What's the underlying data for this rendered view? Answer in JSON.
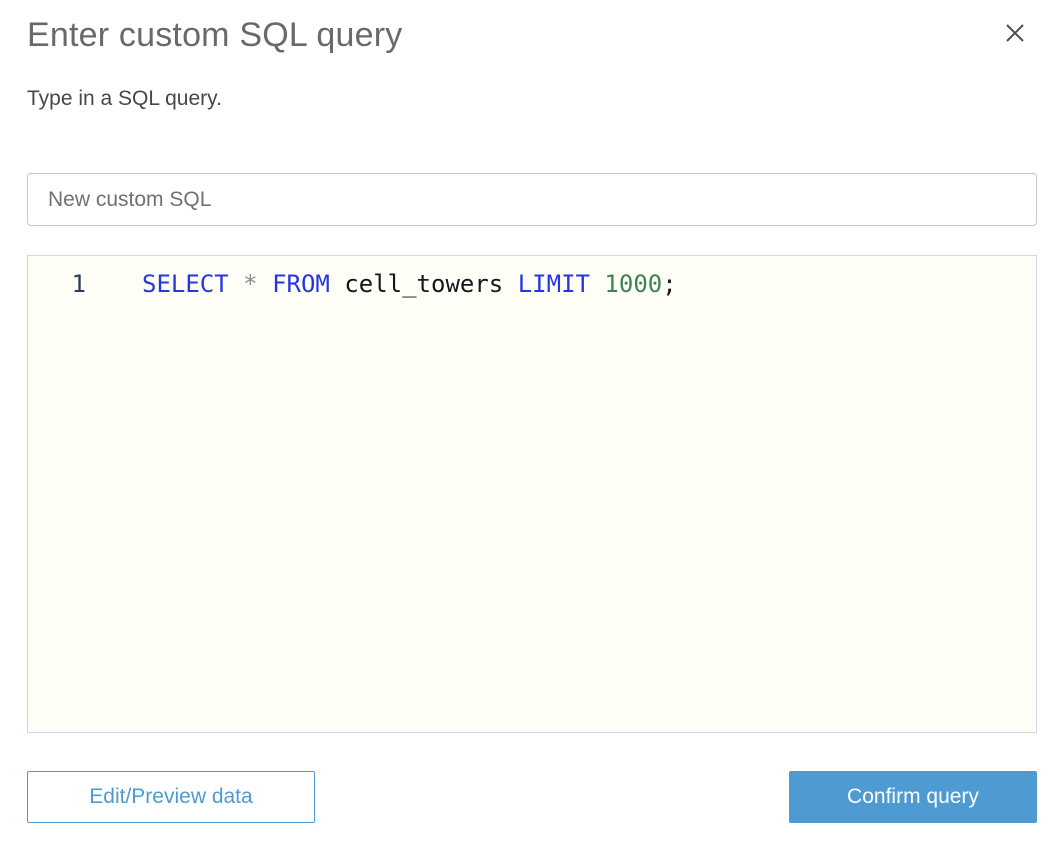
{
  "dialog": {
    "title": "Enter custom SQL query",
    "subtitle": "Type in a SQL query."
  },
  "name_input": {
    "value": "New custom SQL"
  },
  "editor": {
    "line_number": "1",
    "query": "SELECT * FROM cell_towers LIMIT 1000;",
    "tokens": [
      {
        "text": "SELECT",
        "type": "keyword"
      },
      {
        "text": " ",
        "type": "plain"
      },
      {
        "text": "*",
        "type": "operator"
      },
      {
        "text": " ",
        "type": "plain"
      },
      {
        "text": "FROM",
        "type": "keyword"
      },
      {
        "text": " ",
        "type": "plain"
      },
      {
        "text": "cell_towers",
        "type": "identifier"
      },
      {
        "text": " ",
        "type": "plain"
      },
      {
        "text": "LIMIT",
        "type": "keyword"
      },
      {
        "text": " ",
        "type": "plain"
      },
      {
        "text": "1000",
        "type": "number"
      },
      {
        "text": ";",
        "type": "plain"
      }
    ],
    "syntax_colors": {
      "keyword": "#2537e5",
      "operator": "#8c8c8c",
      "identifier": "#15171c",
      "number": "#3d8452",
      "plain": "#16191f"
    },
    "background_color": "#fffef7",
    "line_number_color": "#2d3a5e"
  },
  "footer": {
    "edit_preview_label": "Edit/Preview data",
    "confirm_label": "Confirm query",
    "accent_color": "#4e9ad3"
  }
}
